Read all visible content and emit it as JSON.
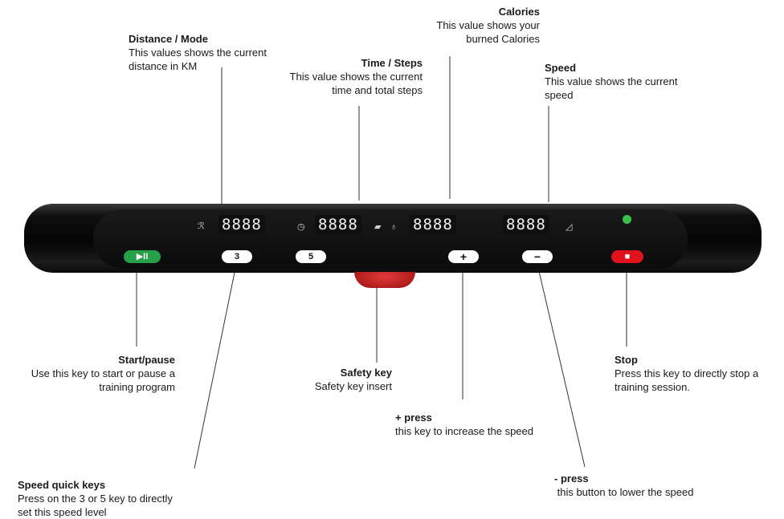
{
  "labels": {
    "calories": {
      "title": "Calories",
      "desc": "This value shows your\nburned Calories"
    },
    "distance": {
      "title": "Distance / Mode",
      "desc": "This values shows the current\ndistance in KM"
    },
    "time": {
      "title": "Time / Steps",
      "desc": "This value shows the current\ntime and total steps"
    },
    "speed": {
      "title": "Speed",
      "desc": "This value shows the current\nspeed"
    },
    "start": {
      "title": "Start/pause",
      "desc": "Use this key to start or pause a\ntraining program"
    },
    "safety": {
      "title": "Safety key",
      "desc": "Safety key insert"
    },
    "stop": {
      "title": "Stop",
      "desc": "Press this key to directly stop a\ntraining session."
    },
    "plus": {
      "title": "+ press",
      "desc": "this key to increase the speed"
    },
    "quick": {
      "title": "Speed quick keys",
      "desc": "Press on the 3 or 5 key to directly\nset this speed level"
    },
    "minus": {
      "title": "- press",
      "desc": " this button to lower the speed"
    }
  },
  "display": {
    "distance": "8888",
    "time": "8888",
    "calories": "8888",
    "speed": "8888"
  },
  "keys": {
    "start_pause": "▶II",
    "speed3": "3",
    "speed5": "5",
    "plus": "+",
    "minus": "−",
    "stop": "■"
  },
  "colors": {
    "start_key": "#27a04a",
    "stop_key": "#e0121b",
    "safety_key": "#c81d1d",
    "indicator": "#3bbf4c"
  }
}
